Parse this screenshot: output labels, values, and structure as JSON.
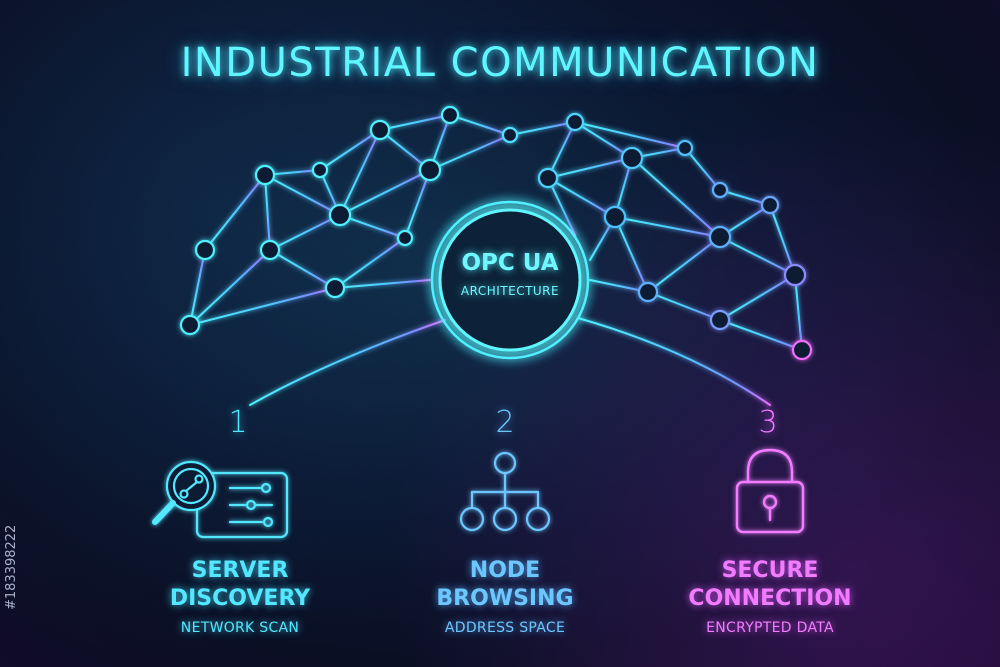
{
  "title": "INDUSTRIAL COMMUNICATION",
  "hub": {
    "title": "OPC UA",
    "subtitle": "ARCHITECTURE"
  },
  "steps": [
    {
      "number": "1",
      "title_line1": "SERVER",
      "title_line2": "DISCOVERY",
      "subtitle": "NETWORK SCAN",
      "icon": "magnifier-network-icon",
      "color": "#53e8ff"
    },
    {
      "number": "2",
      "title_line1": "NODE",
      "title_line2": "BROWSING",
      "subtitle": "ADDRESS SPACE",
      "icon": "hierarchy-tree-icon",
      "color": "#6dc7ff"
    },
    {
      "number": "3",
      "title_line1": "SECURE",
      "title_line2": "CONNECTION",
      "subtitle": "ENCRYPTED DATA",
      "icon": "padlock-icon",
      "color": "#f27cff"
    }
  ],
  "watermark": "#183398222",
  "colors": {
    "cyan": "#5ff2ff",
    "blue": "#6dc7ff",
    "magenta": "#f27cff",
    "background": "#0b1630"
  }
}
